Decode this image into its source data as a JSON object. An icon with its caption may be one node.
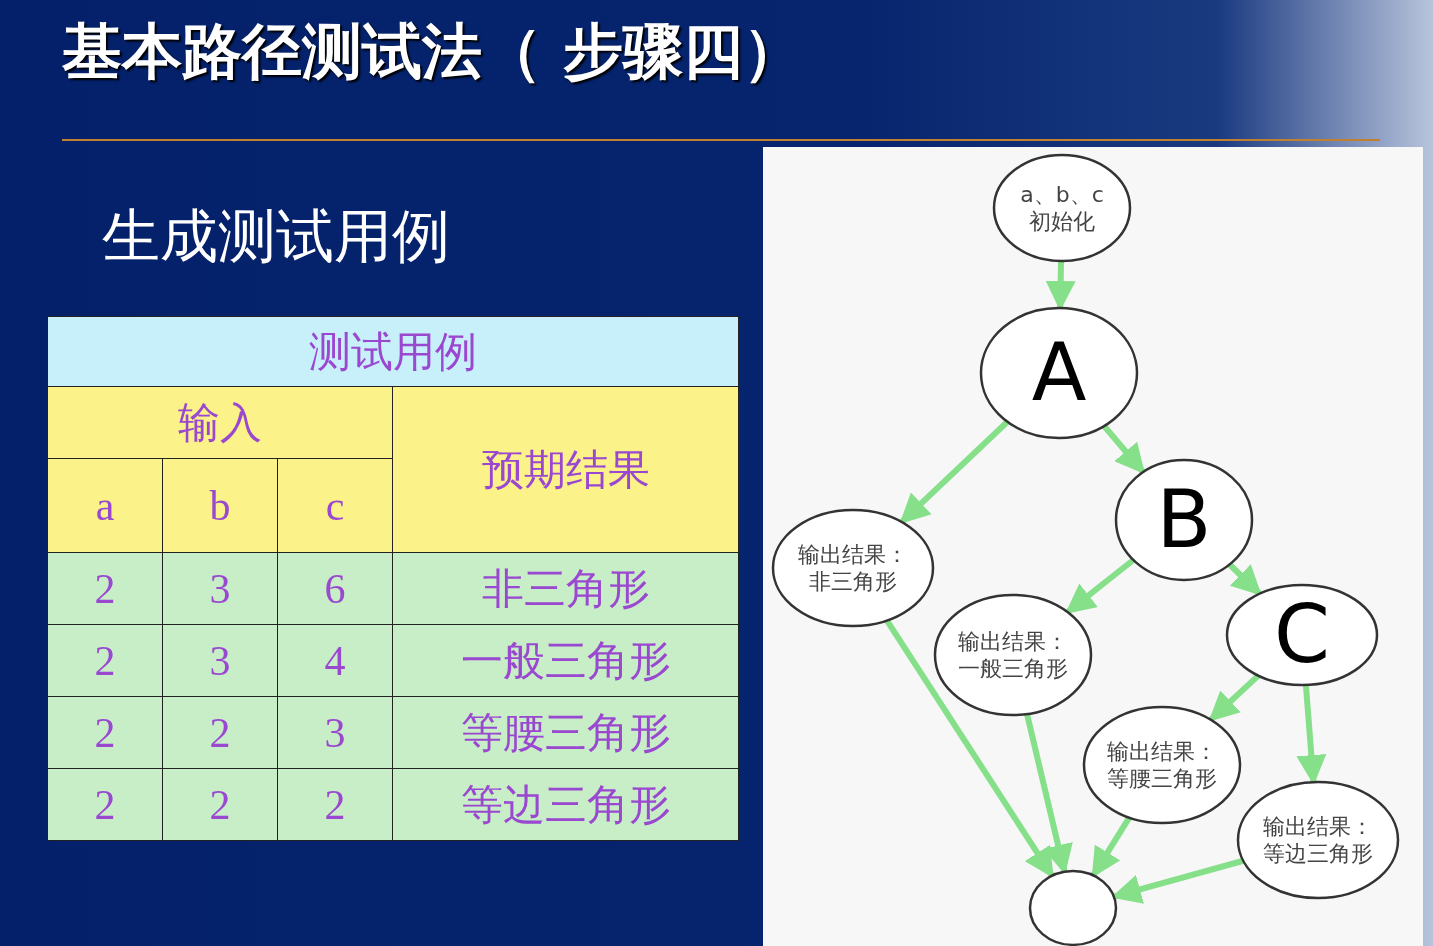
{
  "diagram": {
    "title": "基本路径测试法（ 步骤四）",
    "nodes": [
      {
        "text": [
          "a、b、c",
          "初始化"
        ]
      },
      {
        "text": [
          "A"
        ]
      },
      {
        "text": [
          "B"
        ]
      },
      {
        "text": [
          "输出结果：",
          "非三角形"
        ]
      },
      {
        "text": [
          "输出结果：",
          "一般三角形"
        ]
      },
      {
        "text": [
          "C"
        ]
      },
      {
        "text": [
          "输出结果：",
          "等腰三角形"
        ]
      },
      {
        "text": [
          "输出结果：",
          "等边三角形"
        ]
      },
      {
        "text": [],
        "shape": "circle"
      }
    ],
    "edges": [
      {
        "from": 0,
        "to": 1,
        "arrow": "to"
      },
      {
        "from": 1,
        "to": 3,
        "arrow": "to"
      },
      {
        "from": 1,
        "to": 2,
        "arrow": "to"
      },
      {
        "from": 2,
        "to": 4,
        "arrow": "to"
      },
      {
        "from": 2,
        "to": 5,
        "arrow": "to"
      },
      {
        "from": 5,
        "to": 6,
        "arrow": "to"
      },
      {
        "from": 5,
        "to": 7,
        "arrow": "to"
      },
      {
        "from": 3,
        "to": 8,
        "arrow": "to"
      },
      {
        "from": 4,
        "to": 8,
        "arrow": "to"
      },
      {
        "from": 6,
        "to": 8,
        "arrow": "to"
      },
      {
        "from": 7,
        "to": 8,
        "arrow": "to"
      }
    ],
    "labels": [
      "生成测试用例",
      "测试用例",
      "输入",
      "预期结果",
      "a",
      "b",
      "c",
      "2",
      "3",
      "6",
      "非三角形",
      "2",
      "3",
      "4",
      "一般三角形",
      "2",
      "2",
      "3",
      "等腰三角形",
      "2",
      "2",
      "2",
      "等边三角形"
    ]
  }
}
